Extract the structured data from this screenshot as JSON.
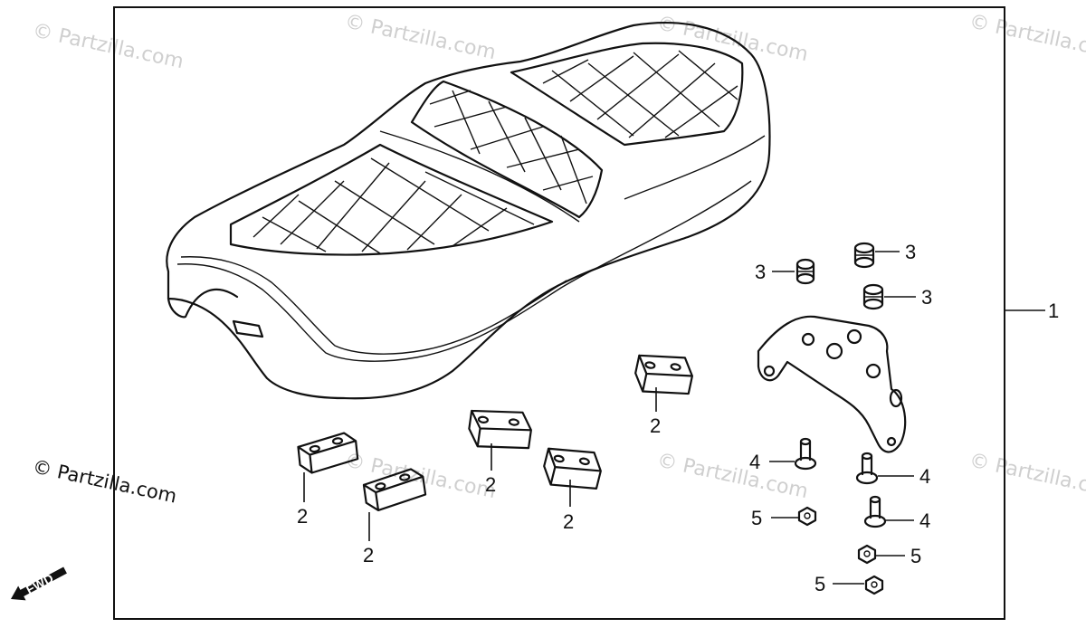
{
  "watermark_text": "© Partzilla.com",
  "copyright_text": "© Partzilla.com",
  "fwd_label": "FWD",
  "callouts": {
    "c1": "1",
    "c2a": "2",
    "c2b": "2",
    "c2c": "2",
    "c2d": "2",
    "c2e": "2",
    "c3a": "3",
    "c3b": "3",
    "c3c": "3",
    "c4a": "4",
    "c4b": "4",
    "c4c": "4",
    "c5a": "5",
    "c5b": "5",
    "c5c": "5"
  }
}
